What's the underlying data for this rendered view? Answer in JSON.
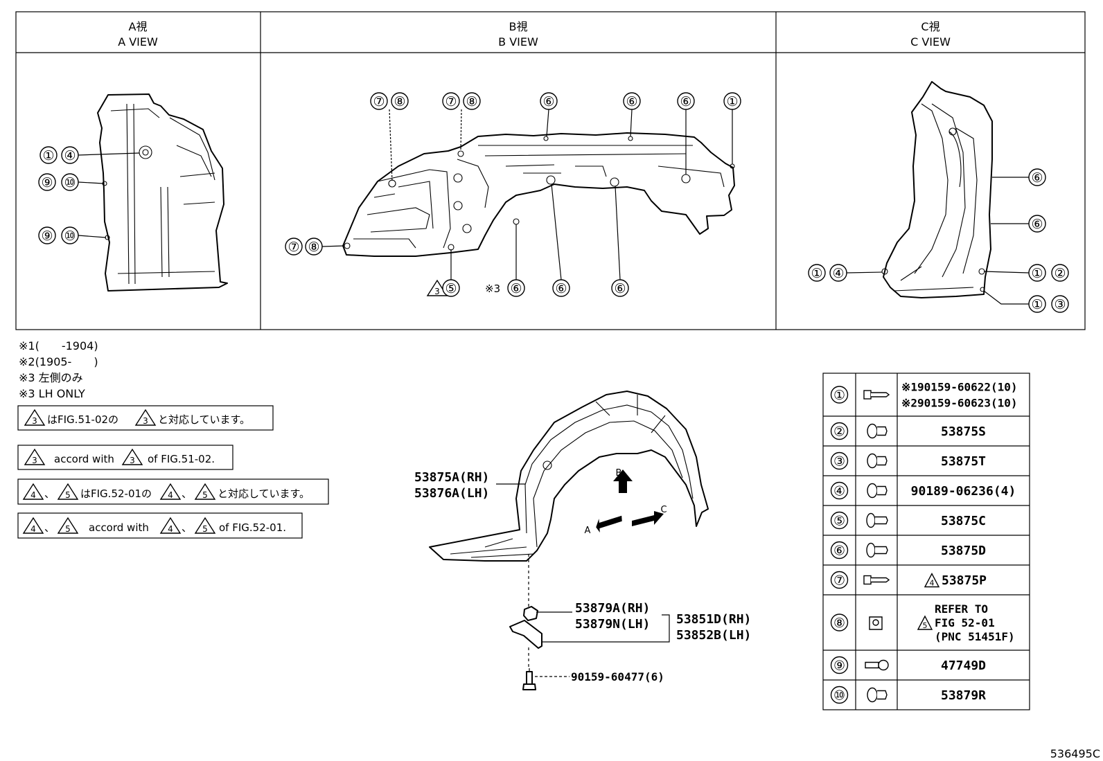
{
  "views": [
    {
      "jp": "A視",
      "en": "A VIEW"
    },
    {
      "jp": "B視",
      "en": "B VIEW"
    },
    {
      "jp": "C視",
      "en": "C VIEW"
    }
  ],
  "callouts": {
    "a_1_4": [
      "①",
      "④"
    ],
    "a_9_10_top": [
      "⑨",
      "⑩"
    ],
    "a_9_10_bottom": [
      "⑨",
      "⑩"
    ],
    "b_top": [
      "⑦⑧",
      "⑦⑧",
      "⑥",
      "⑥",
      "⑥",
      "①"
    ],
    "b_left": "⑦⑧",
    "b_bottom": [
      "⑤",
      "⑥",
      "⑥",
      "⑥"
    ],
    "b_tri": "3",
    "b_lh_mark": "※3",
    "c_right": [
      "⑥",
      "⑥",
      "①②",
      "①③"
    ],
    "c_left": "①④"
  },
  "notes": {
    "n1": "※1(　　-1904)",
    "n2": "※2(1905-　　)",
    "n3jp": "※3 左側のみ",
    "n3en": "※3 LH ONLY"
  },
  "boxes": {
    "b1": {
      "t1": "はFIG.51-02の",
      "t2": "と対応しています。",
      "tri": "3"
    },
    "b2": {
      "t1": "accord with",
      "t2": "of FIG.51-02.",
      "tri": "3"
    },
    "b3": {
      "sep": "、",
      "t1": "はFIG.52-01の",
      "t2": "と対応しています。",
      "triA": "4",
      "triB": "5"
    },
    "b4": {
      "sep": "、",
      "t1": "accord with",
      "t2": "of FIG.52-01.",
      "triA": "4",
      "triB": "5"
    }
  },
  "main_labels": {
    "liner_rh": "53875A(RH)",
    "liner_lh": "53876A(LH)",
    "clip_rh": "53879A(RH)",
    "clip_lh": "53879N(LH)",
    "bracket_rh": "53851D(RH)",
    "bracket_lh": "53852B(LH)",
    "screw": "90159-60477(6)",
    "dir_a": "A",
    "dir_b": "B",
    "dir_c": "C"
  },
  "parts_table": [
    {
      "no": "①",
      "icon": "screw-icon",
      "lines": [
        "※190159-60622(10)",
        "※290159-60623(10)"
      ]
    },
    {
      "no": "②",
      "icon": "clip-icon",
      "lines": [
        "53875S"
      ]
    },
    {
      "no": "③",
      "icon": "clip-icon",
      "lines": [
        "53875T"
      ]
    },
    {
      "no": "④",
      "icon": "clip-icon",
      "lines": [
        "90189-06236(4)"
      ]
    },
    {
      "no": "⑤",
      "icon": "push-clip-icon",
      "lines": [
        "53875C"
      ]
    },
    {
      "no": "⑥",
      "icon": "push-clip-icon",
      "lines": [
        "53875D"
      ]
    },
    {
      "no": "⑦",
      "icon": "screw-icon",
      "tri": "4",
      "lines": [
        "53875P"
      ]
    },
    {
      "no": "⑧",
      "icon": "nut-clip-icon",
      "tri": "5",
      "lines": [
        "REFER TO",
        "FIG 52-01",
        "(PNC 51451F)"
      ]
    },
    {
      "no": "⑨",
      "icon": "bolt-icon",
      "lines": [
        "47749D"
      ]
    },
    {
      "no": "⑩",
      "icon": "clip-icon",
      "lines": [
        "53879R"
      ]
    }
  ],
  "figure_code": "536495C"
}
